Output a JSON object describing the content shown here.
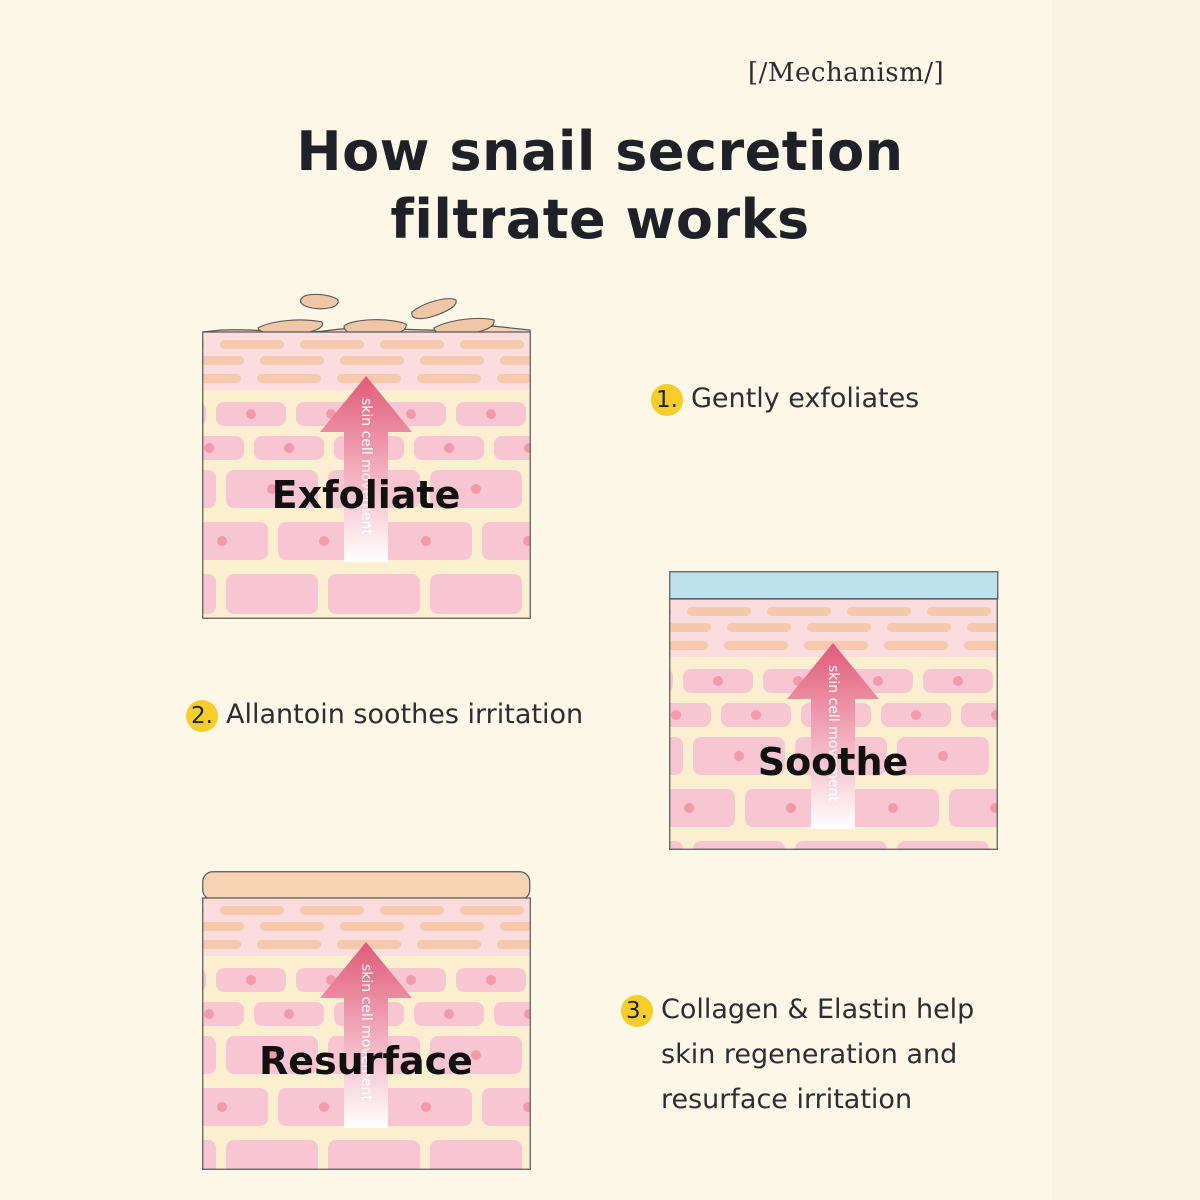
{
  "header": {
    "tag": "[/Mechanism/]",
    "title_lines": [
      "How snail secretion",
      "filtrate works"
    ]
  },
  "steps": [
    {
      "number": "1.",
      "lines": [
        "Gently exfoliates"
      ]
    },
    {
      "number": "2.",
      "lines": [
        "Allantoin soothes irritation"
      ]
    },
    {
      "number": "3.",
      "lines": [
        "Collagen & Elastin help",
        "skin regeneration and",
        "resurface irritation"
      ]
    }
  ],
  "diagrams": [
    {
      "label": "Exfoliate",
      "arrow_text": "skin cell movement",
      "top_layer": "flaking"
    },
    {
      "label": "Soothe",
      "arrow_text": "skin cell movement",
      "top_layer": "hydration"
    },
    {
      "label": "Resurface",
      "arrow_text": "skin cell movement",
      "top_layer": "smooth"
    }
  ],
  "colors": {
    "background": "#fdf7e8",
    "badge": "#f6cd2a",
    "cell": "#f8c6d3",
    "arrow": "#e05a78",
    "hydration": "#bfe1ec",
    "surface": "#f7d3b4"
  }
}
